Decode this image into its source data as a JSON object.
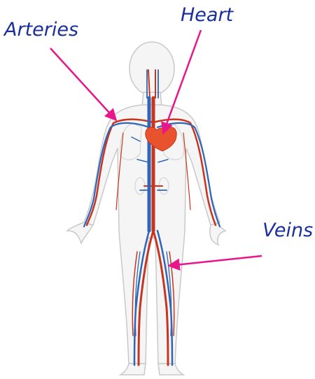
{
  "labels": {
    "heart": "Heart",
    "arteries": "Arteries",
    "veins": "Veins"
  },
  "colors": {
    "label_text": "#1b2f9a",
    "pointer": "#e8168a",
    "artery": "#c8351f",
    "vein": "#2f66b8",
    "heart": "#e8532e",
    "body_outline": "#c9c9c9",
    "body_fill": "#f5f5f5"
  }
}
